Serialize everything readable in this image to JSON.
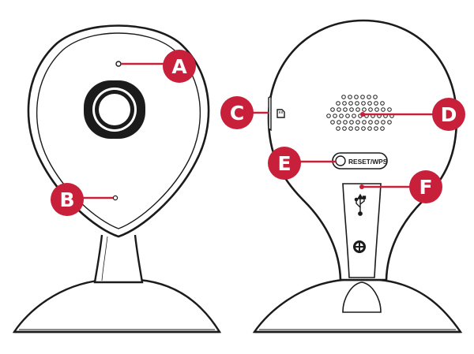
{
  "colors": {
    "callout": "#c8203a",
    "line": "#1b1b1b",
    "fill": "#ffffff",
    "speaker_hole": "#1b1b1b"
  },
  "icons": {
    "sd_card": "sd-card-icon",
    "usb": "usb-icon",
    "screw": "screw-icon"
  },
  "labels": {
    "reset_wps": "RESET/WPS"
  },
  "callouts": {
    "a": "A",
    "b": "B",
    "c": "C",
    "d": "D",
    "e": "E",
    "f": "F"
  }
}
